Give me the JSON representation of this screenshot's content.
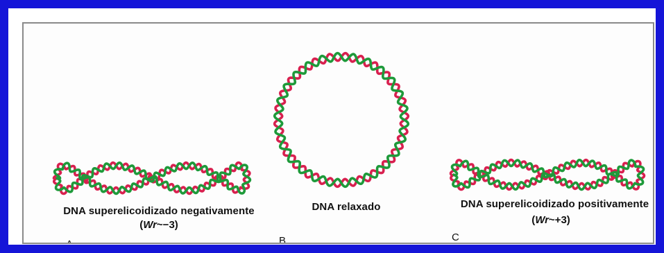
{
  "colors": {
    "strand_a": "#d8204f",
    "strand_b": "#1e9a3a",
    "frame_border": "#1515d8"
  },
  "panels": {
    "a": {
      "letter": "A",
      "caption": "DNA superelicoidizado negativamente",
      "sub_italic": "Wr",
      "sub_rest": "~−3"
    },
    "b": {
      "letter": "B",
      "caption": "DNA relaxado"
    },
    "c": {
      "letter": "C",
      "caption": "DNA superelicoidizado positivamente",
      "sub_italic": "Wr",
      "sub_rest": "~+3"
    }
  }
}
